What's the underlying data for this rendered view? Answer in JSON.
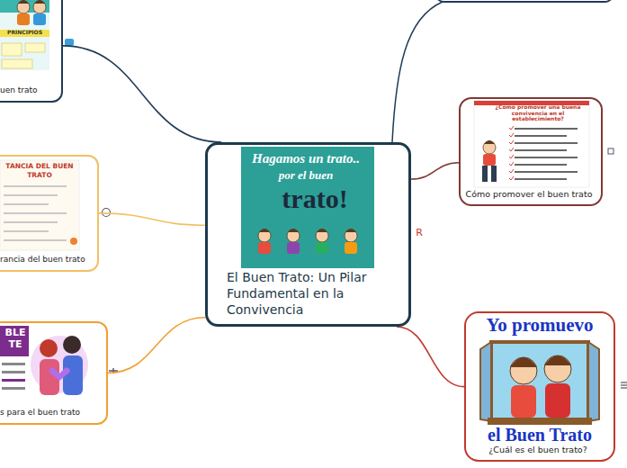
{
  "diagram": {
    "nodes": [
      {
        "text": [
          "El Buen Trato: Un Pilar Fundamental en la Convivencia"
        ]
      },
      {
        "text": [
          "uen trato"
        ]
      },
      {
        "text": [
          "rancia del buen trato"
        ]
      },
      {
        "text": [
          "s para el buen trato"
        ]
      },
      {
        "text": [
          "Cómo promover el buen trato"
        ]
      },
      {
        "text": [
          "¿Cuál es el buen trato?"
        ]
      }
    ],
    "edges": [
      {
        "from": 0,
        "to": 1,
        "arrow": "none"
      },
      {
        "from": 0,
        "to": 2,
        "arrow": "none"
      },
      {
        "from": 0,
        "to": 3,
        "arrow": "none"
      },
      {
        "from": 0,
        "to": 4,
        "arrow": "none"
      },
      {
        "from": 0,
        "to": 5,
        "arrow": "none"
      }
    ],
    "labels": [
      "Hagamos un trato..",
      "por el buen",
      "trato!",
      "PRINCIPIOS",
      "TANCIA DEL BUEN",
      "TRATO",
      "¿Cómo promover una buena convivencia en el establecimiento?",
      "Yo promuevo",
      "el Buen Trato",
      "R",
      "BLE",
      "TE"
    ]
  }
}
